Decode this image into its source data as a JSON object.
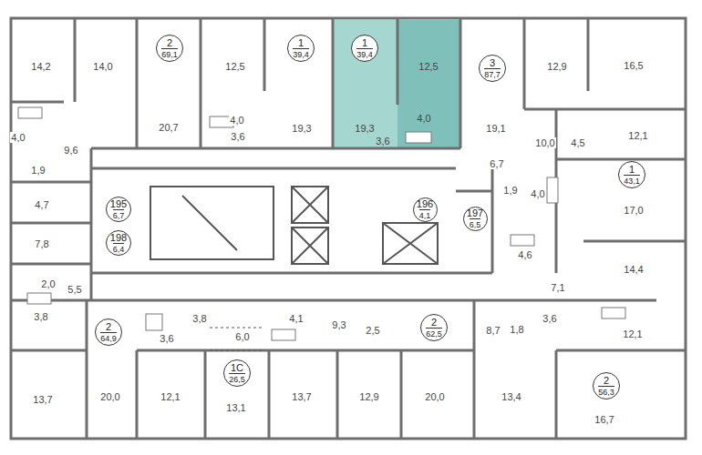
{
  "diagram": {
    "nodes": [
      {
        "text": [
          "2",
          "69,1"
        ]
      },
      {
        "text": [
          "1",
          "39,4"
        ]
      },
      {
        "text": [
          "1",
          "39,4"
        ]
      },
      {
        "text": [
          "3",
          "87,7"
        ]
      },
      {
        "text": [
          "195",
          "6,7"
        ]
      },
      {
        "text": [
          "196",
          "4,1"
        ]
      },
      {
        "text": [
          "197",
          "6,5"
        ]
      },
      {
        "text": [
          "1",
          "43,1"
        ]
      },
      {
        "text": [
          "198",
          "6,4"
        ]
      },
      {
        "text": [
          "2",
          "64,9"
        ]
      },
      {
        "text": [
          "1С",
          "26,5"
        ]
      },
      {
        "text": [
          "2",
          "62,5"
        ]
      },
      {
        "text": [
          "2",
          "56,3"
        ]
      }
    ],
    "labels": [
      "14,2",
      "14,0",
      "12,5",
      "12,5",
      "12,9",
      "16,5",
      "20,7",
      "19,3",
      "19,3",
      "19,1",
      "4,0",
      "3,6",
      "3,6",
      "4,0",
      "4,0",
      "9,6",
      "10,0",
      "4,5",
      "12,1",
      "1,9",
      "6,7",
      "4,7",
      "1,9",
      "4,0",
      "17,0",
      "7,8",
      "4,6",
      "14,4",
      "2,0",
      "5,5",
      "7,1",
      "3,8",
      "3,6",
      "3,8",
      "6,0",
      "4,1",
      "9,3",
      "2,5",
      "8,7",
      "1,8",
      "3,6",
      "12,1",
      "13,7",
      "20,0",
      "12,1",
      "13,1",
      "13,7",
      "12,9",
      "20,0",
      "13,4",
      "16,7"
    ]
  }
}
